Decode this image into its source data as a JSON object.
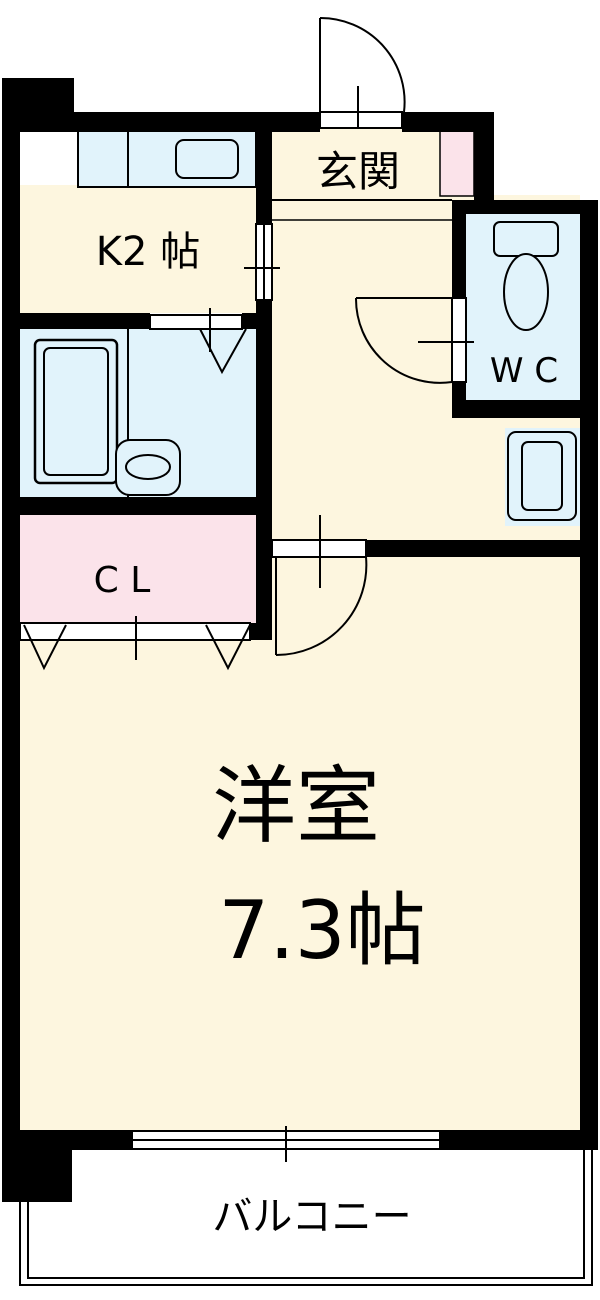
{
  "rooms": {
    "genkan": "玄関",
    "kitchen": "K2 帖",
    "wc": "W C",
    "closet": "C L",
    "western_name": "洋室",
    "western_size": "7.3帖",
    "balcony": "バルコニー"
  },
  "colors": {
    "room_fill": "#fdf6df",
    "wet_fill": "#e1f3fb",
    "closet_fill": "#fbe3ea",
    "wall": "#000000"
  }
}
